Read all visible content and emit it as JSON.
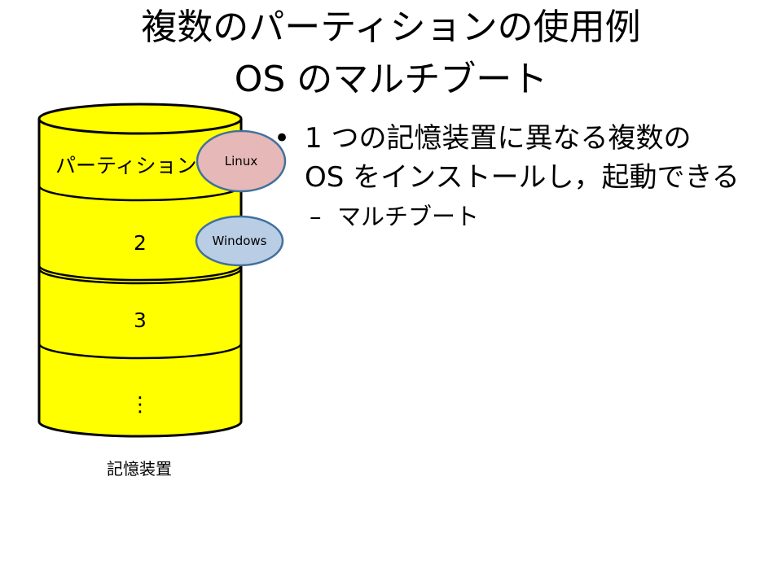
{
  "title": {
    "line1": "複数のパーティションの使用例",
    "line2": "OS のマルチブート"
  },
  "storage": {
    "label": "記憶装置",
    "partitions": [
      "パーティション",
      "2",
      "3",
      "⋮"
    ],
    "os_badges": [
      {
        "name": "Linux",
        "color": "#e6b8b7"
      },
      {
        "name": "Windows",
        "color": "#b9cde5"
      }
    ],
    "fill_color": "#ffff00"
  },
  "bullets": [
    {
      "text_lines": [
        "1 つの記憶装置に異なる複数の",
        "OS をインストールし，起動できる"
      ],
      "sub": [
        "マルチブート"
      ]
    }
  ]
}
